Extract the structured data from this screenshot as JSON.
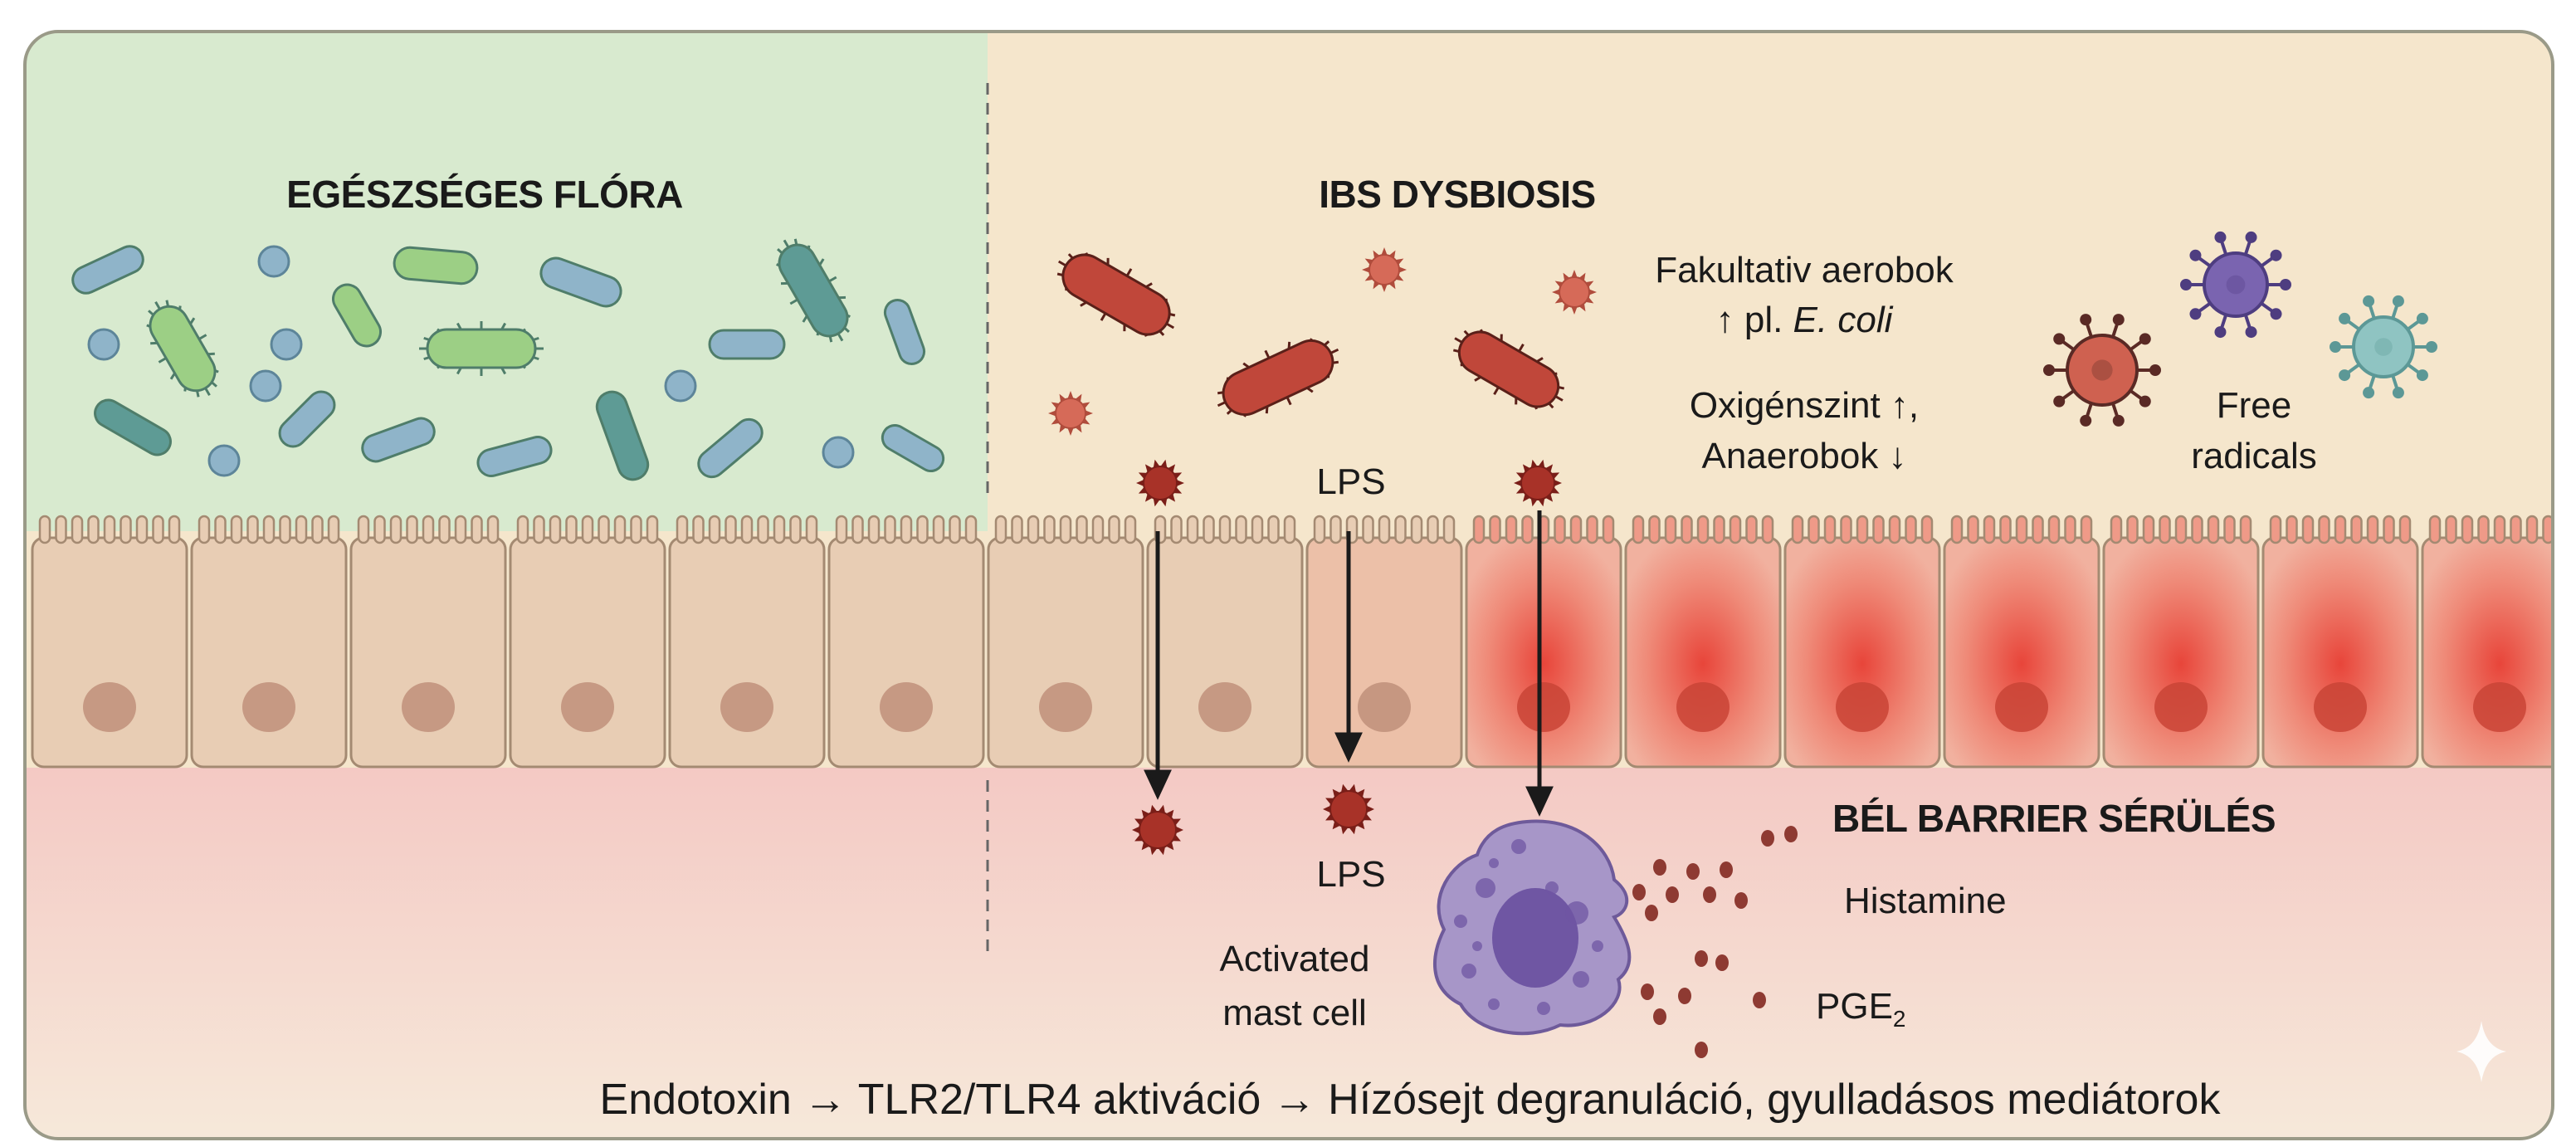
{
  "panels": {
    "healthy_title": "EGÉSZSÉGES FLÓRA",
    "dysbiosis_title": "IBS DYSBIOSIS"
  },
  "labels": {
    "facultative_line1": "Fakultativ aerobok",
    "facultative_line2_prefix": "↑ pl. ",
    "facultative_line2_italic": "E. coli",
    "oxygen_line1": "Oxigénszint ↑,",
    "oxygen_line2": "Anaerobok ↓",
    "free_radicals_line1": "Free",
    "free_radicals_line2": "radicals",
    "lps_top": "LPS",
    "lps_bottom": "LPS",
    "barrier_damage": "BÉL BARRIER SÉRÜLÉS",
    "histamine": "Histamine",
    "pge2_main": "PGE",
    "pge2_sub": "2",
    "mast_cell_line1": "Activated",
    "mast_cell_line2": "mast cell"
  },
  "caption": "Endotoxin → TLR2/TLR4 aktiváció → Hízósejt degranuláció, gyulladásos mediátorok",
  "colors": {
    "healthy_bg": "#d9ead3",
    "dysbiosis_bg": "#f6e7cc",
    "lumen_lower": "#f7dcd6",
    "cell_fill": "#e8cdb4",
    "cell_inflamed": "#e45a4a",
    "pathogen": "#c0473a",
    "mast_cell": "#a796c8"
  }
}
